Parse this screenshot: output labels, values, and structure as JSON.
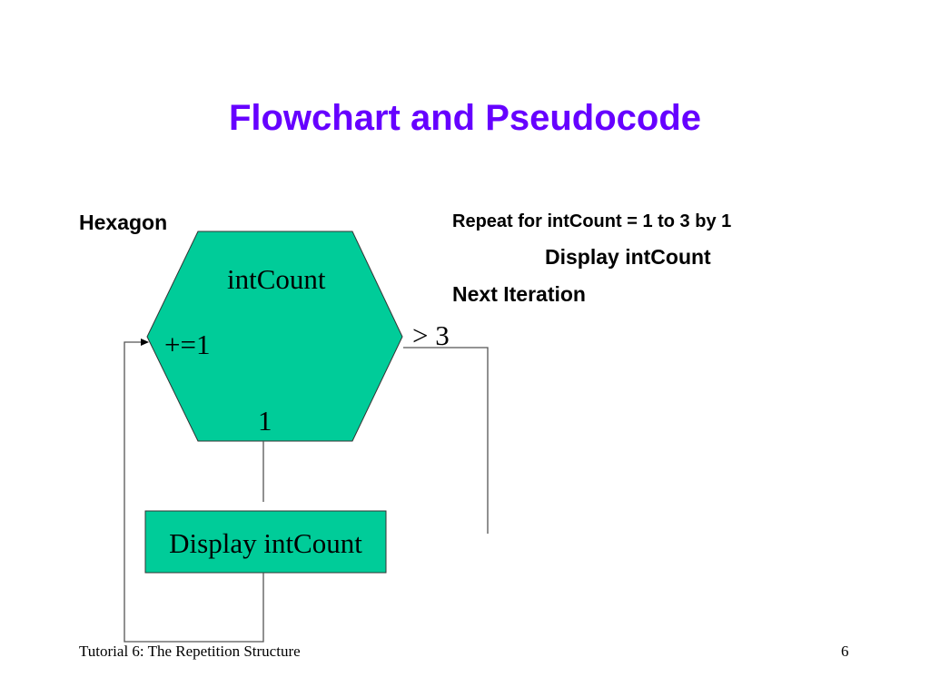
{
  "slide": {
    "title": "Flowchart and Pseudocode",
    "title_color": "#6600FF",
    "shape_label": "Hexagon",
    "footer": "Tutorial 6: The Repetition Structure",
    "page_number": "6"
  },
  "flowchart": {
    "fill_color": "#00CC99",
    "hexagon_variable": "intCount",
    "hexagon_step": "+=1",
    "hexagon_start": "1",
    "hexagon_end": "> 3",
    "process_box": "Display intCount"
  },
  "pseudocode": {
    "line1": "Repeat for intCount = 1 to 3 by 1",
    "line2": "Display intCount",
    "line3": "Next Iteration"
  }
}
